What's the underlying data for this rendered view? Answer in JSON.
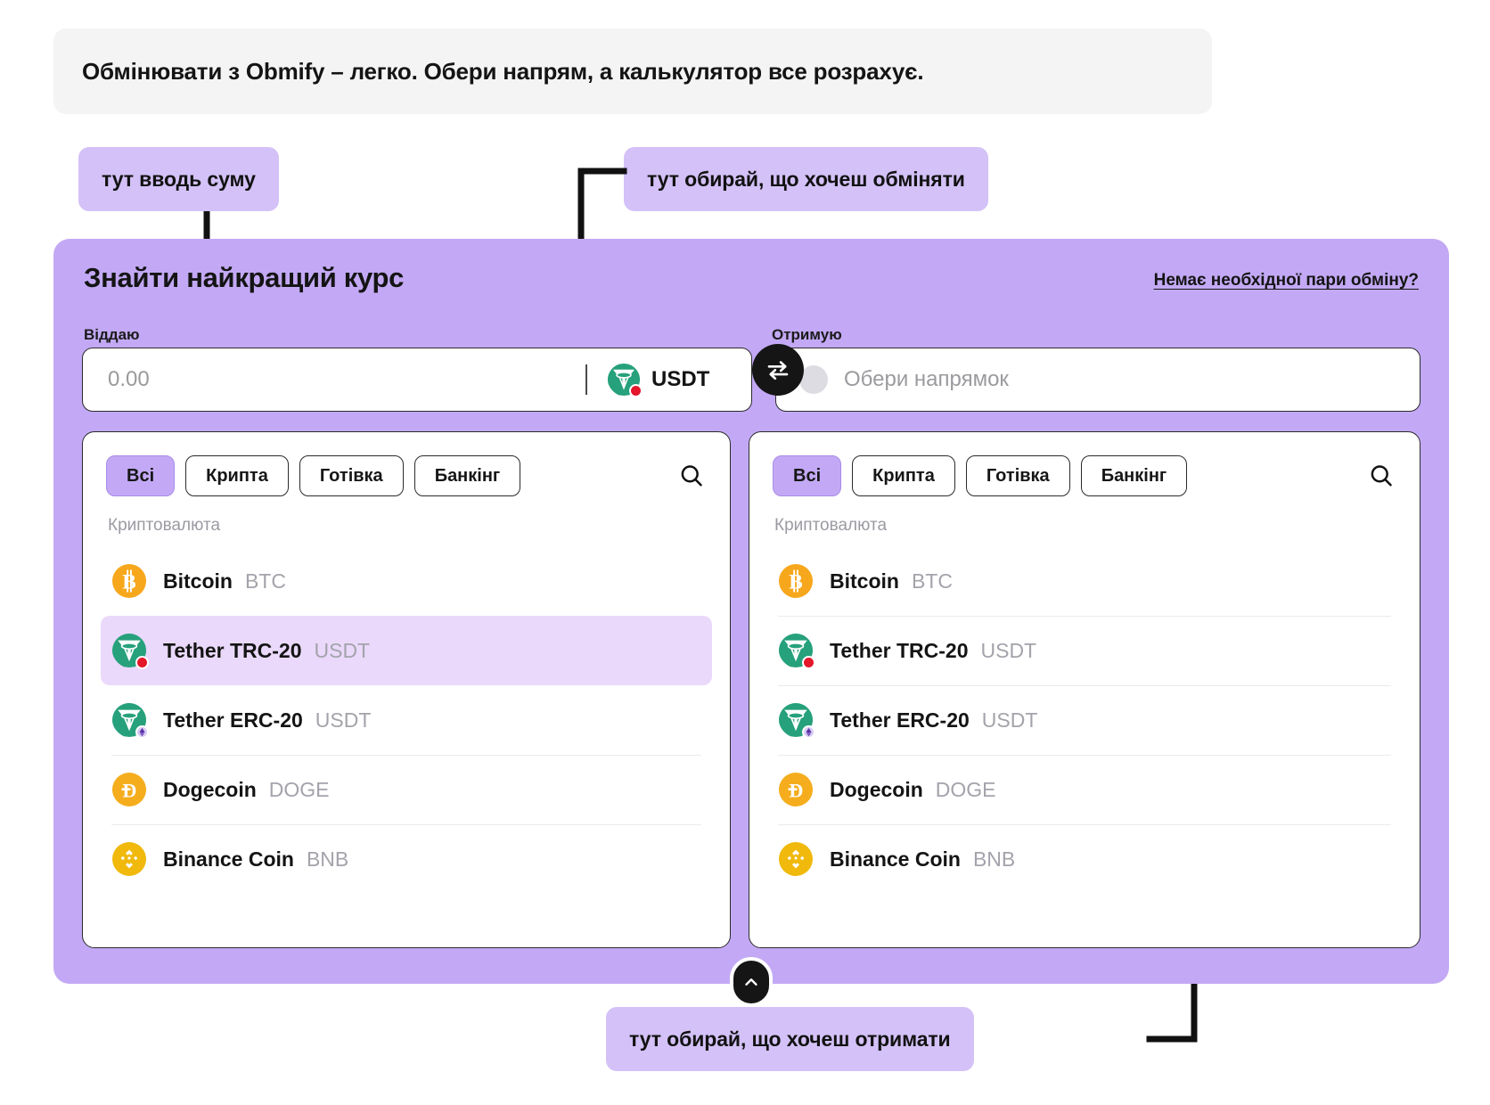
{
  "banner": {
    "text": "Обмінювати з Obmify – легко. Обери напрям, а калькулятор все розрахує."
  },
  "callouts": {
    "amount": "тут вводь суму",
    "give": "тут обирай, що хочеш обміняти",
    "get": "тут обирай, що хочеш отримати"
  },
  "card": {
    "title": "Знайти найкращий курс",
    "no_pair_link": "Немає необхідної пари обміну?",
    "give": {
      "label": "Віддаю",
      "amount_value": "",
      "amount_placeholder": "0.00",
      "currency_code": "USDT",
      "currency_icon": "tether-trc20-icon"
    },
    "get": {
      "label": "Отримую",
      "placeholder": "Обери напрямок",
      "placeholder_icon": "empty-coin-icon"
    },
    "swap_icon": "swap-arrows-icon",
    "collapse_icon": "chevron-up-icon"
  },
  "panels": [
    {
      "side": "left",
      "filters": [
        {
          "label": "Всі",
          "active": true
        },
        {
          "label": "Крипта",
          "active": false
        },
        {
          "label": "Готівка",
          "active": false
        },
        {
          "label": "Банкінг",
          "active": false
        }
      ],
      "search_icon": "search-icon",
      "group_label": "Криптовалюта",
      "coins": [
        {
          "name": "Bitcoin",
          "ticker": "BTC",
          "icon": "bitcoin-icon",
          "selected": false
        },
        {
          "name": "Tether TRC-20",
          "ticker": "USDT",
          "icon": "tether-trc20-icon",
          "selected": true
        },
        {
          "name": "Tether ERC-20",
          "ticker": "USDT",
          "icon": "tether-erc20-icon",
          "selected": false
        },
        {
          "name": "Dogecoin",
          "ticker": "DOGE",
          "icon": "dogecoin-icon",
          "selected": false
        },
        {
          "name": "Binance Coin",
          "ticker": "BNB",
          "icon": "binance-coin-icon",
          "selected": false
        }
      ]
    },
    {
      "side": "right",
      "filters": [
        {
          "label": "Всі",
          "active": true
        },
        {
          "label": "Крипта",
          "active": false
        },
        {
          "label": "Готівка",
          "active": false
        },
        {
          "label": "Банкінг",
          "active": false
        }
      ],
      "search_icon": "search-icon",
      "group_label": "Криптовалюта",
      "coins": [
        {
          "name": "Bitcoin",
          "ticker": "BTC",
          "icon": "bitcoin-icon",
          "selected": false
        },
        {
          "name": "Tether TRC-20",
          "ticker": "USDT",
          "icon": "tether-trc20-icon",
          "selected": false
        },
        {
          "name": "Tether ERC-20",
          "ticker": "USDT",
          "icon": "tether-erc20-icon",
          "selected": false
        },
        {
          "name": "Dogecoin",
          "ticker": "DOGE",
          "icon": "dogecoin-icon",
          "selected": false
        },
        {
          "name": "Binance Coin",
          "ticker": "BNB",
          "icon": "binance-coin-icon",
          "selected": false
        }
      ]
    }
  ],
  "colors": {
    "card_purple": "#c3a9f5",
    "chip_purple": "#d3c1f7",
    "selected_row": "#ead9fb",
    "banner_gray": "#f4f4f4",
    "bitcoin_orange": "#f7a71c",
    "tether_green": "#26a17b",
    "doge_yellow": "#f5ad1d",
    "bnb_yellow": "#f0b90b",
    "dark": "#151515"
  }
}
